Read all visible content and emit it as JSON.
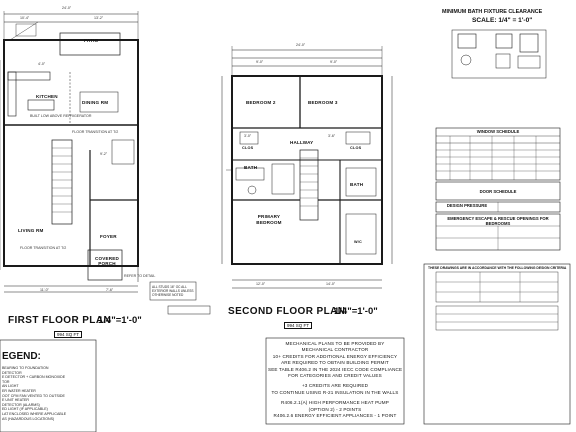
{
  "first_floor": {
    "title": "FIRST FLOOR PLAN",
    "scale": "1/4\"=1'-0\"",
    "sqft": "994 SQ FT",
    "overall_width": "24'-0\"",
    "rooms": {
      "patio": "PATIO",
      "kitchen": "KITCHEN",
      "dining": "DINING RM",
      "living": "LIVING RM",
      "foyer": "FOYER",
      "covered_porch": "COVERED PORCH"
    },
    "dims": [
      "10'-4\"",
      "13'-2\"",
      "4'-0\"",
      "9'-2\"",
      "11'-0\"",
      "7'-6\""
    ],
    "notes": [
      "BUILT LOW ABOVE REFRIGERATOR",
      "FLOOR TRANSITION AT T/2",
      "FLOOR TRANSITION AT T/2",
      "REFER TO DETAIL"
    ],
    "wall_note": "ALL STUDS 16\" OC ALL EXTERIOR WALLS UNLESS OTHERWISE NOTED"
  },
  "second_floor": {
    "title": "SECOND FLOOR PLAN",
    "scale": "1/4\"=1'-0\"",
    "sqft": "994 SQ FT",
    "overall_width": "24'-0\"",
    "rooms": {
      "bedroom2": "BEDROOM 2",
      "bedroom3": "BEDROOM 3",
      "hallway": "HALLWAY",
      "bath": "BATH",
      "bath2": "BATH",
      "primary": "PRIMARY BEDROOM",
      "clos": "CLOS",
      "clos2": "CLOS",
      "wic": "W/C"
    },
    "dims": [
      "9'-0\"",
      "9'-0\"",
      "12'-0\"",
      "14'-0\"",
      "3'-0\"",
      "3'-6\""
    ]
  },
  "clearance": {
    "title": "MINIMUM BATH FIXTURE CLEARANCE",
    "scale": "SCALE: 1/4\" = 1'-0\""
  },
  "window_schedule": {
    "title": "WINDOW SCHEDULE",
    "door_title": "DOOR SCHEDULE",
    "design_title": "DESIGN PRESSURE",
    "emergency_title": "EMERGENCY ESCAPE & RESCUE OPENINGS FOR BEDROOMS"
  },
  "design_criteria_title": "THESE DRAWINGS ARE IN ACCORDANCE WITH THE FOLLOWING DESIGN CRITERIA",
  "mechanical_note": [
    "MECHANICAL PLANS TO BE PROVIDED BY",
    "MECHANICAL CONTRACTOR",
    "10+ CREDITS FOR ADDITIONAL ENERGY EFFICIENCY",
    "ARE REQUIRED TO OBTAIN BUILDING PERMIT",
    "SEE TABLE R406.2 IN THE 2024 IECC CODE COMPLIANCE",
    "FOR CATEGORIES AND CREDIT VALUES",
    "",
    "+3 CREDITS ARE REQUIRED",
    "TO CONTINUE USING R-21 INSULATION IN THE WALLS",
    "",
    "R406.2.1(A) HIGH PERFORMANCE HEAT PUMP",
    "(OPTION 2) - 2 POINTS",
    "R406.2.6 ENERGY EFFICIENT APPLIANCES - 1 POINT"
  ],
  "legend": {
    "title": "EGEND:",
    "lines": [
      "BEARING TO FOUNDATION",
      "DETECTOR",
      "E DETECTOR + CARBON MONOXIDE",
      "TOR",
      "AN LIGHT",
      "ER WATER HEATER",
      "OOT CFM FAN VENTED TO OUTSIDE",
      "E UNIT HEATER",
      "DETECTOR (ALARMS)",
      "ED LIGHT (IF APPLICABLE)",
      "LAT ENCLOSED WHERE APPLICABLE",
      "AS (HAZARDOUS LOCATIONS)"
    ]
  }
}
